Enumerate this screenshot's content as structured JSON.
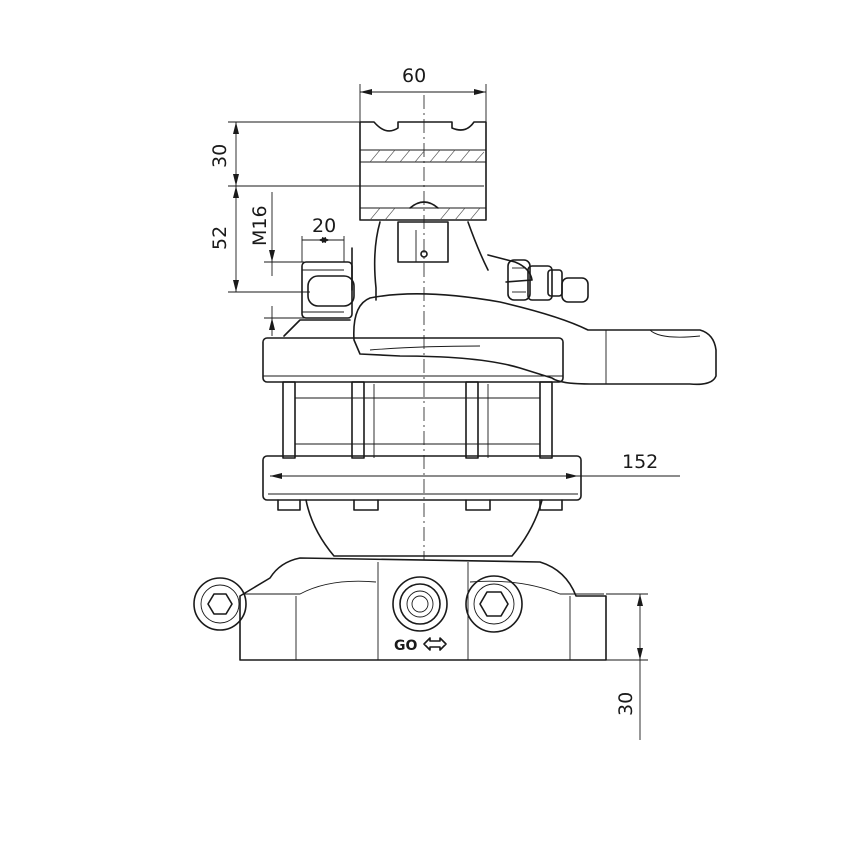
{
  "dimensions": {
    "top_width": "60",
    "top_height": "30",
    "upper_height": "52",
    "thread": "M16",
    "port_width": "20",
    "flange_width": "152",
    "base_height": "30"
  },
  "markings": {
    "port_label": "GO"
  },
  "colors": {
    "line": "#1a1a1a",
    "background": "#ffffff"
  }
}
